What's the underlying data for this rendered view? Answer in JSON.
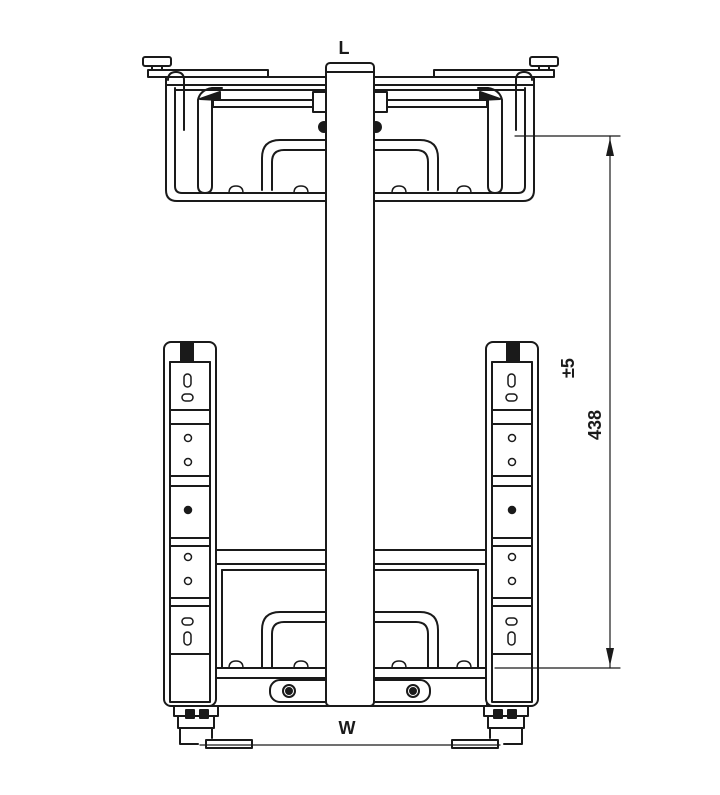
{
  "labels": {
    "length": "L",
    "width": "W",
    "height": "438",
    "tolerance": "±5"
  },
  "colors": {
    "stroke": "#1a1a1a",
    "fill": "#ffffff",
    "shade": "#d9d9d9"
  }
}
